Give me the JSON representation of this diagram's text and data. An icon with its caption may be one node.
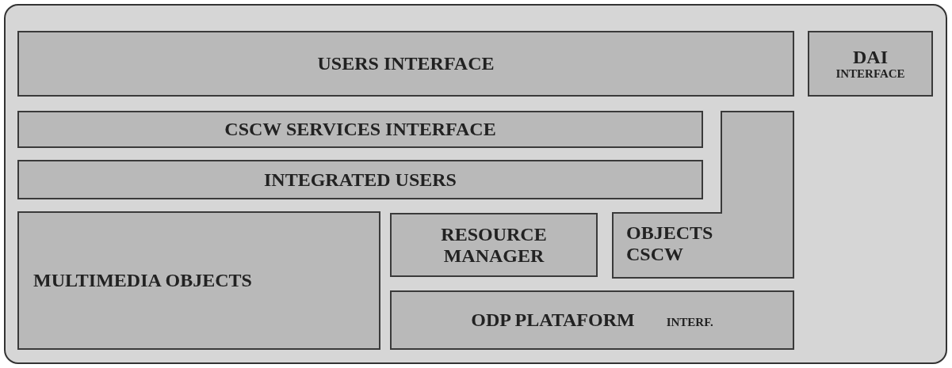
{
  "diagram": {
    "nodes": [
      {
        "text": [],
        "shape": "box"
      },
      {
        "text": [
          "USERS INTERFACE"
        ],
        "in": 0
      },
      {
        "text": [
          "DAI",
          "INTERFACE"
        ],
        "in": 0
      },
      {
        "text": [
          "CSCW SERVICES INTERFACE"
        ],
        "in": 0
      },
      {
        "text": [
          "INTEGRATED USERS"
        ],
        "in": 0
      },
      {
        "text": [
          "MULTIMEDIA OBJECTS"
        ],
        "in": 0
      },
      {
        "text": [
          "RESOURCE MANAGER"
        ],
        "in": 0
      },
      {
        "text": [
          "OBJECTS CSCW"
        ],
        "in": 0
      },
      {
        "text": [
          "ODP PLATAFORM",
          "INTERF."
        ],
        "in": 0
      }
    ],
    "edges": []
  }
}
